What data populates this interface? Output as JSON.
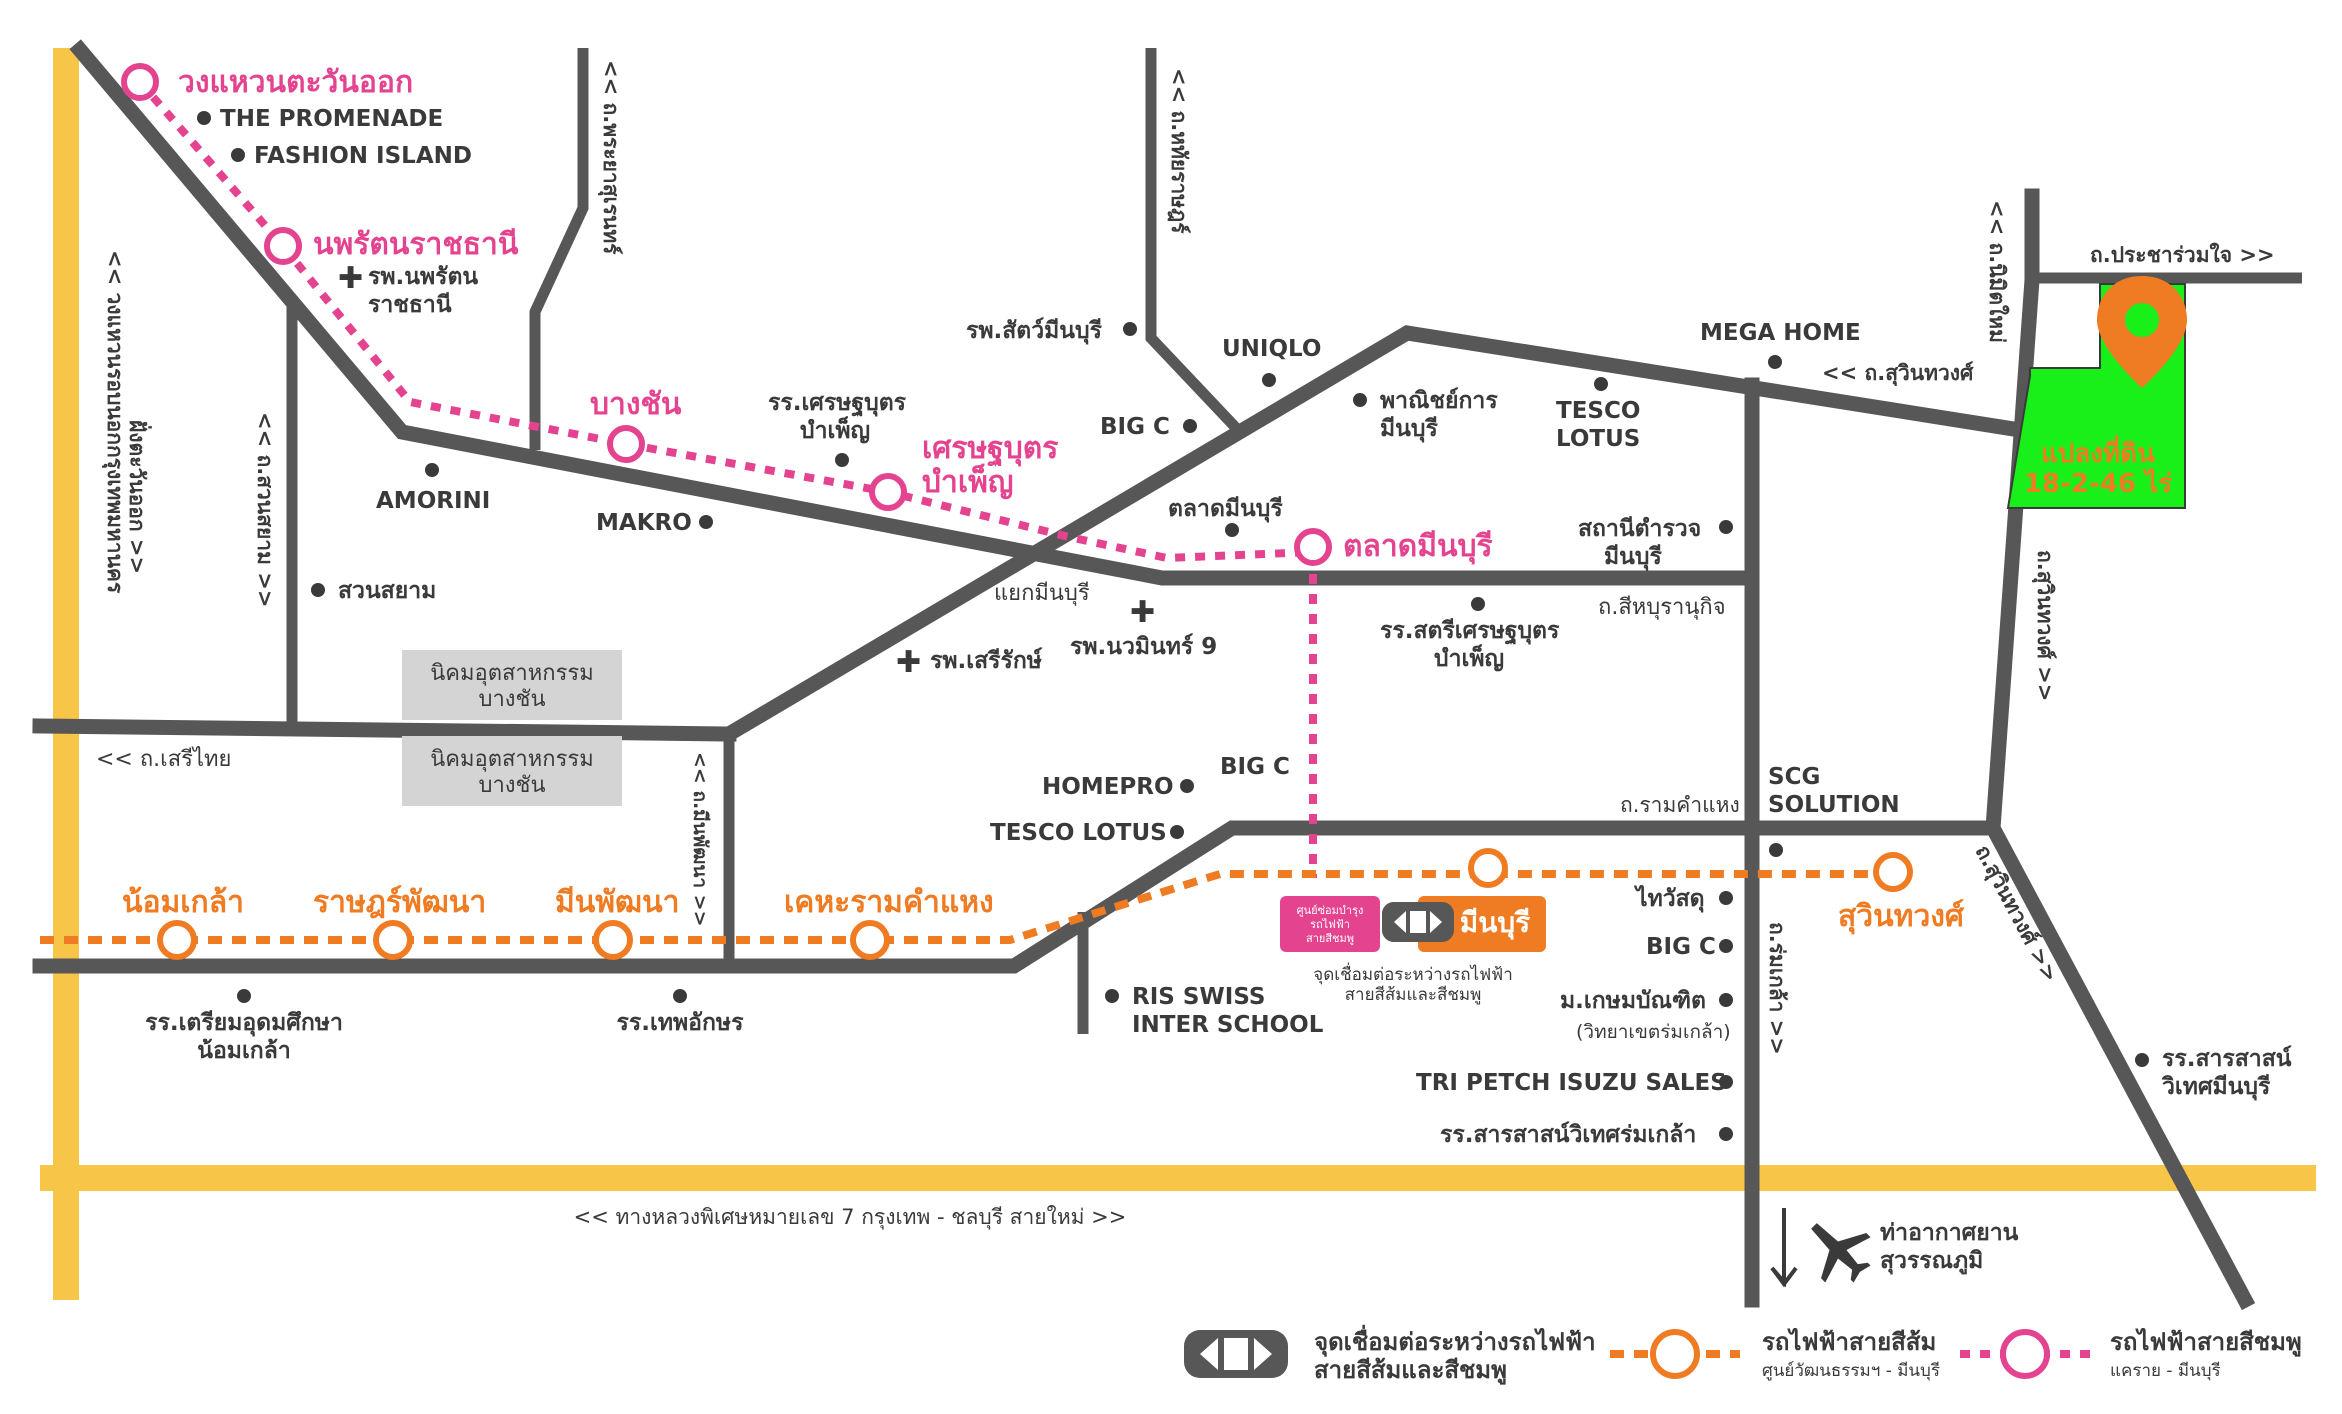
{
  "pink_line": {
    "stations": [
      "วงแหวนตะวันออก",
      "นพรัตนราชธานี",
      "บางชัน",
      "เศรษฐบุตร",
      "บำเพ็ญ",
      "ตลาดมีนบุรี"
    ]
  },
  "orange_line": {
    "stations": [
      "น้อมเกล้า",
      "ราษฎร์พัฒนา",
      "มีนพัฒนา",
      "เคหะรามคำแหง",
      "มีนบุรี",
      "สุวินทวงศ์"
    ]
  },
  "roads": {
    "east_ring": "<< วงแหวนรอบนอกกรุงเทพมหานคร",
    "east_ring_2": "ฝั่งตะวันออก >>",
    "suan_siam": "<< ถ.สวนสยาม >>",
    "praya_suren": "<< ถ.พระยาสุเรนทร์",
    "hathai_rat": "<< ถ.หทัยราษฎร์",
    "nimit_mai": "<< ถ.นิมิตใหม่",
    "pracha_ruam_jai": "ถ.ประชาร่วมใจ >>",
    "suwinthawong_top": "<< ถ.สุวินทวงศ์",
    "suwinthawong_right": "ถ.สุวินทวงศ์ >>",
    "suwinthawong_lower": "ถ.สุวินทวงศ์ >>",
    "seri_thai": "<< ถ.เสรีไทย",
    "min_phatthana": "<< ถ.มีนพัฒนา >>",
    "ramkhamhaeng": "ถ.รามคำแหง",
    "si_burapha": "ถ.สีหบุรานุกิจ",
    "rom_klao": "ถ.ร่มเกล้า >>",
    "motorway": "<< ทางหลวงพิเศษหมายเลข 7 กรุงเทพ - ชลบุรี สายใหม่ >>"
  },
  "places": {
    "promenade": "THE PROMENADE",
    "fashion_island": "FASHION ISLAND",
    "hospital_nopparat_1": "รพ.นพรัตน",
    "hospital_nopparat_2": "ราชธานี",
    "amorini": "AMORINI",
    "suan_siam": "สวนสยาม",
    "makro": "MAKRO",
    "setthabut_school_1": "รร.เศรษฐบุตร",
    "setthabut_school_2": "บำเพ็ญ",
    "vet_hospital": "รพ.สัตว์มีนบุรี",
    "uniqlo": "UNIQLO",
    "big_c_1": "BIG C",
    "commercial_1": "พาณิชย์การ",
    "commercial_2": "มีนบุรี",
    "mega_home": "MEGA HOME",
    "tesco_1": "TESCO",
    "tesco_2": "LOTUS",
    "talad_minburi": "ตลาดมีนบุรี",
    "police_1": "สถานีตำรวจ",
    "police_2": "มีนบุรี",
    "yaek_minburi": "แยกมีนบุรี",
    "nawamin_hospital": "รพ.นวมินทร์ 9",
    "serirak_hospital": "รพ.เสรีรักษ์",
    "women_school_1": "รร.สตรีเศรษฐบุตร",
    "women_school_2": "บำเพ็ญ",
    "industrial_1a": "นิคมอุตสาหกรรม",
    "industrial_1b": "บางชัน",
    "industrial_2a": "นิคมอุตสาหกรรม",
    "industrial_2b": "บางชัน",
    "homepro": "HOMEPRO",
    "big_c_2": "BIG C",
    "tesco_lotus": "TESCO LOTUS",
    "scg_1": "SCG",
    "scg_2": "SOLUTION",
    "thaiwatsadu": "ไทวัสดุ",
    "big_c_3": "BIG C",
    "kasem_1": "ม.เกษมบัณฑิต",
    "kasem_2": "(วิทยาเขตร่มเกล้า)",
    "tri_petch": "TRI PETCH ISUZU SALES",
    "sarasas_romklao": "รร.สารสาสน์วิเทศร่มเกล้า",
    "ris_1": "RIS SWISS",
    "ris_2": "INTER SCHOOL",
    "triam_1": "รร.เตรียมอุดมศึกษา",
    "triam_2": "น้อมเกล้า",
    "thepaksorn": "รร.เทพอักษร",
    "sarasas_minburi_1": "รร.สารสาสน์",
    "sarasas_minburi_2": "วิเทศมีนบุรี",
    "airport_1": "ท่าอากาศยาน",
    "airport_2": "สุวรรณภูมิ"
  },
  "depot": {
    "pink_box": [
      "ศูนย์ซ่อมบำรุง",
      "รถไฟฟ้า",
      "สายสีชมพู"
    ],
    "orange_box": "มีนบุรี",
    "caption_1": "จุดเชื่อมต่อระหว่างรถไฟฟ้า",
    "caption_2": "สายสีส้มและสีชมพู"
  },
  "land": {
    "label_1": "แปลงที่ดิน",
    "label_2": "18-2-46 ไร่",
    "color": "#19f019"
  },
  "legend": {
    "interchange_1": "จุดเชื่อมต่อระหว่างรถไฟฟ้า",
    "interchange_2": "สายสีส้มและสีชมพู",
    "orange_title": "รถไฟฟ้าสายสีส้ม",
    "orange_sub": "ศูนย์วัฒนธรรมฯ - มีนบุรี",
    "pink_title": "รถไฟฟ้าสายสีชมพู",
    "pink_sub": "แคราย - มีนบุรี"
  },
  "colors": {
    "pink": "#e4448f",
    "orange": "#ef7b22",
    "road": "#575757",
    "highway": "#f7c548"
  }
}
